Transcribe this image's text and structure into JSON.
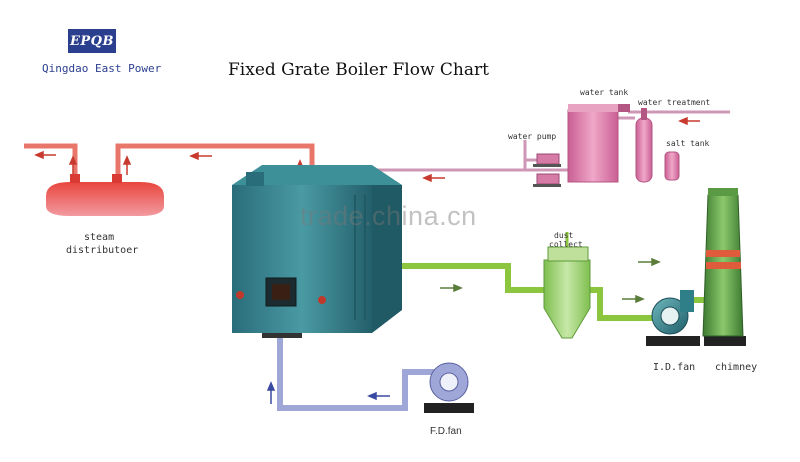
{
  "logo": {
    "text": "EPQB"
  },
  "company": "Qingdao East Power",
  "title": "Fixed Grate Boiler Flow Chart",
  "watermark": "trade.china.cn",
  "labels": {
    "steam_distributor": [
      "steam",
      "distributoer"
    ],
    "water_tank": "water tank",
    "water_treatment": "water treatment",
    "water_pump": "water pump",
    "salt_tank": "salt tank",
    "dust_collect": [
      "dust",
      "collect"
    ],
    "id_fan": "I.D.fan",
    "chimney": "chimney",
    "fd_fan": "F.D.fan"
  },
  "colors": {
    "steam_pipe": "#e8766b",
    "water_pipe": "#cf97b6",
    "flue_pipe": "#8cc63f",
    "air_pipe": "#9fa6d8",
    "boiler": "#2e7f87",
    "chimney": "#4f8a3a",
    "fan": "#2e7f87",
    "tank": "#d67ba6",
    "arrow": "#c83a2f"
  }
}
